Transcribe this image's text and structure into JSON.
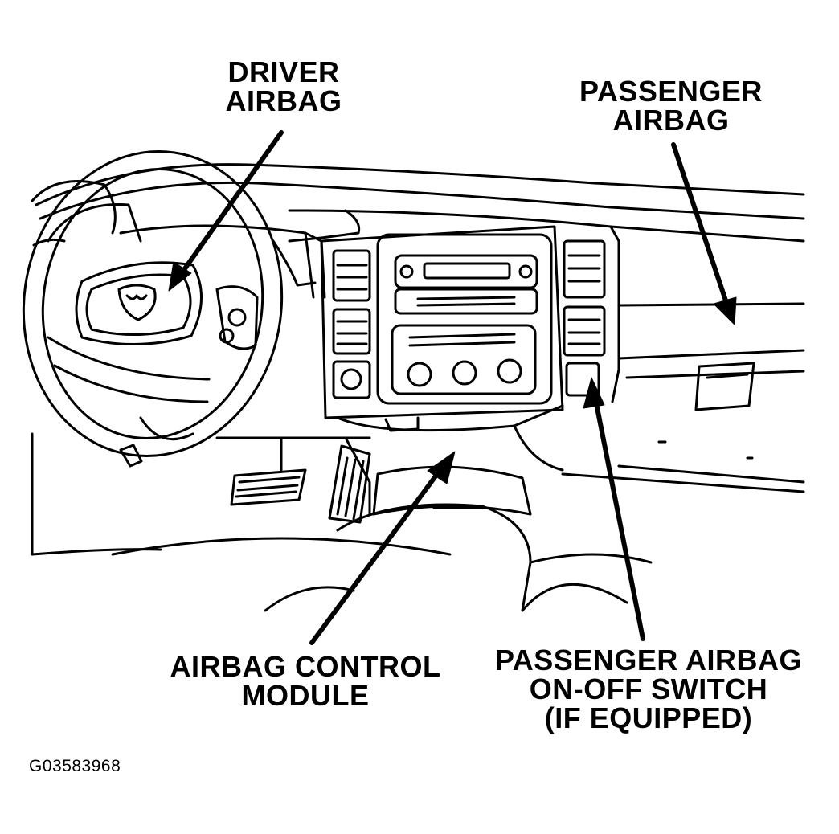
{
  "callouts": {
    "driver_airbag": [
      "DRIVER",
      "AIRBAG"
    ],
    "passenger_airbag": [
      "PASSENGER",
      "AIRBAG"
    ],
    "airbag_control_module": [
      "AIRBAG CONTROL",
      "MODULE"
    ],
    "passenger_airbag_switch": [
      "PASSENGER AIRBAG",
      "ON-OFF SWITCH",
      "(IF EQUIPPED)"
    ]
  },
  "figure_id": "G03583968",
  "colors": {
    "ink": "#000000",
    "paper": "#ffffff"
  }
}
